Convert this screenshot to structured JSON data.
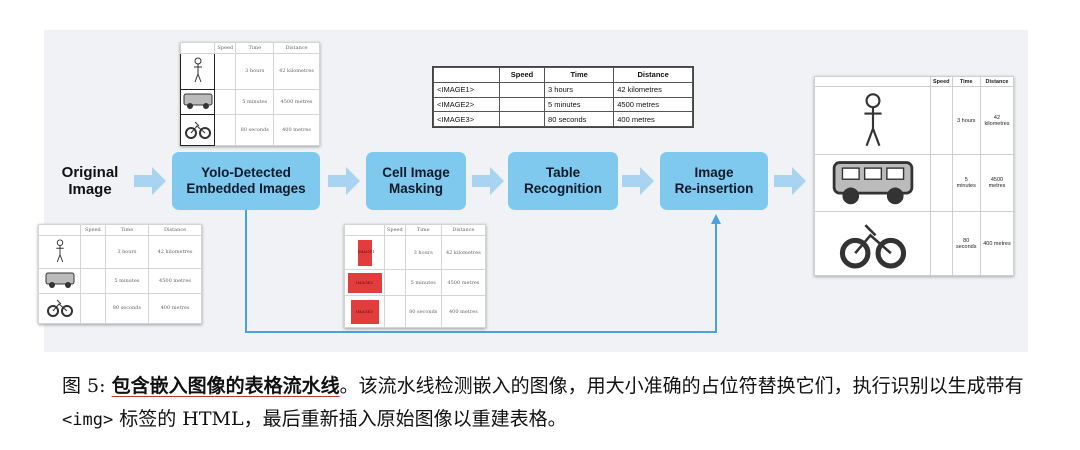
{
  "diagram": {
    "start_label": "Original\nImage",
    "steps": [
      {
        "id": "yolo",
        "label": "Yolo-Detected\nEmbedded Images"
      },
      {
        "id": "mask",
        "label": "Cell Image\nMasking"
      },
      {
        "id": "recog",
        "label": "Table\nRecognition"
      },
      {
        "id": "reinsert",
        "label": "Image\nRe-insertion"
      }
    ],
    "colors": {
      "step_fill": "#7fc8ee",
      "arrow": "#9fcff0",
      "connector": "#4aa3df",
      "mask_red": "#e23c3c",
      "panel_bg": "#f0f2f5"
    }
  },
  "tables": {
    "headers": [
      "Speed",
      "Time",
      "Distance"
    ],
    "scan_rows": [
      {
        "time": "3 hours",
        "distance": "42 kilometres"
      },
      {
        "time": "5 minutes",
        "distance": "4500 metres"
      },
      {
        "time": "80 seconds",
        "distance": "400 metres"
      }
    ],
    "recognized_rows": [
      {
        "cell": "<IMAGE1>",
        "speed": "",
        "time": "3 hours",
        "distance": "42 kilometres"
      },
      {
        "cell": "<IMAGE2>",
        "speed": "",
        "time": "5 minutes",
        "distance": "4500 metres"
      },
      {
        "cell": "<IMAGE3>",
        "speed": "",
        "time": "80 seconds",
        "distance": "400 metres"
      }
    ],
    "mask_labels": [
      "IMAGE1",
      "IMAGE2",
      "IMAGE3"
    ],
    "icons": [
      "person-icon",
      "bus-icon",
      "motorcycle-icon"
    ]
  },
  "caption": {
    "prefix": "图 5: ",
    "bold": "包含嵌入图像的表格流水线",
    "text1": "。该流水线检测嵌入的图像，用大小准确的占位符替换它们，执行识别以生成带有 ",
    "code": "<img>",
    "text2": " 标签的 HTML，最后重新插入原始图像以重建表格。"
  }
}
